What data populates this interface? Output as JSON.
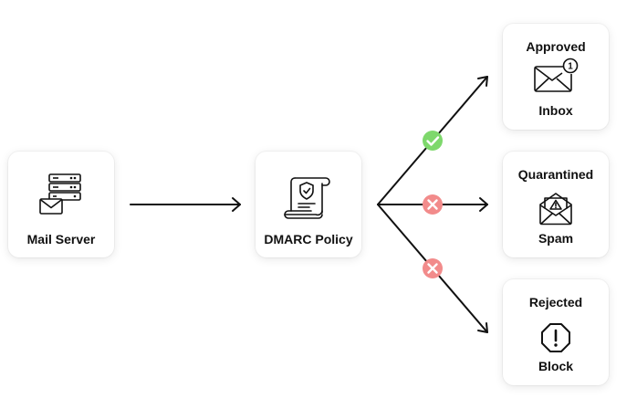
{
  "source": {
    "label": "Mail Server",
    "icon": "server-stack-with-envelope-icon"
  },
  "policy": {
    "label": "DMARC Policy",
    "icon": "policy-scroll-with-shield-icon"
  },
  "outcomes": [
    {
      "status": "Approved",
      "destination": "Inbox",
      "icon": "envelope-notification-icon",
      "badge": "1",
      "marker": "check-circle-icon",
      "marker_color": "#7ED86C"
    },
    {
      "status": "Quarantined",
      "destination": "Spam",
      "icon": "open-envelope-warning-icon",
      "marker": "x-circle-icon",
      "marker_color": "#F28B8B"
    },
    {
      "status": "Rejected",
      "destination": "Block",
      "icon": "octagon-exclamation-icon",
      "marker": "x-circle-icon",
      "marker_color": "#F28B8B"
    }
  ],
  "colors": {
    "line": "#111111",
    "card_bg": "#ffffff",
    "approve": "#7ED86C",
    "reject": "#F28B8B"
  }
}
